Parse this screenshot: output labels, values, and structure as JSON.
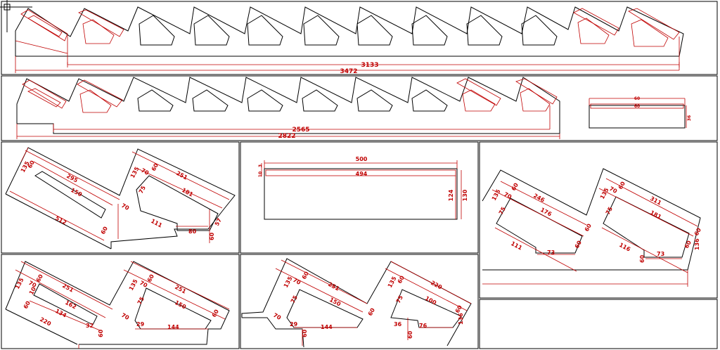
{
  "colors": {
    "line": "#000000",
    "dimension": "#c00000",
    "background": "#ffffff"
  },
  "icons": {
    "cursor": "crosshair-cursor-icon"
  },
  "strip1": {
    "width_inner": "3133",
    "width_outer": "3472"
  },
  "strip2": {
    "width_inner": "2565",
    "width_outer": "2822"
  },
  "small_box": {
    "top": "60",
    "inner": "60",
    "height": "36"
  },
  "detail_a": {
    "d1": "135",
    "d2": "60",
    "d3": "295",
    "d4": "150",
    "d5": "512",
    "d6": "60",
    "d7": "70",
    "d8": "135",
    "d9": "70",
    "d10": "60",
    "d11": "251",
    "d12": "181",
    "d13": "75",
    "d14": "111",
    "d15": "80",
    "d16": "57",
    "d17": "60"
  },
  "detail_box": {
    "top": "500",
    "inner": "494",
    "left1": "3",
    "left2": "10",
    "right1": "124",
    "right2": "130"
  },
  "detail_c": {
    "d1": "135",
    "d2": "70",
    "d3": "60",
    "d4": "246",
    "d5": "176",
    "d6": "75",
    "d7": "111",
    "d8": "73",
    "d9": "60",
    "d10": "60",
    "d11": "135",
    "d12": "70",
    "d13": "60",
    "d14": "311",
    "d15": "181",
    "d16": "75",
    "d17": "116",
    "d18": "73",
    "d19": "60",
    "d20": "60",
    "d21": "136"
  },
  "detail_d": {
    "d1": "135",
    "d2": "70",
    "d3": "60",
    "d4": "251",
    "d5": "162",
    "d6": "10",
    "d7": "60",
    "d8": "134",
    "d9": "220",
    "d10": "32",
    "d11": "60",
    "d12": "135",
    "d13": "70",
    "d14": "60",
    "d15": "251",
    "d16": "150",
    "d17": "75",
    "d18": "70",
    "d19": "29",
    "d20": "144",
    "d21": "60"
  },
  "detail_e": {
    "d1": "135",
    "d2": "70",
    "d3": "60",
    "d4": "251",
    "d5": "150",
    "d6": "75",
    "d7": "70",
    "d8": "29",
    "d9": "144",
    "d10": "60",
    "d11": "60",
    "d12": "135",
    "d13": "60",
    "d14": "220",
    "d15": "100",
    "d16": "75",
    "d17": "36",
    "d18": "76",
    "d19": "60",
    "d20": "60",
    "d21": "136"
  }
}
